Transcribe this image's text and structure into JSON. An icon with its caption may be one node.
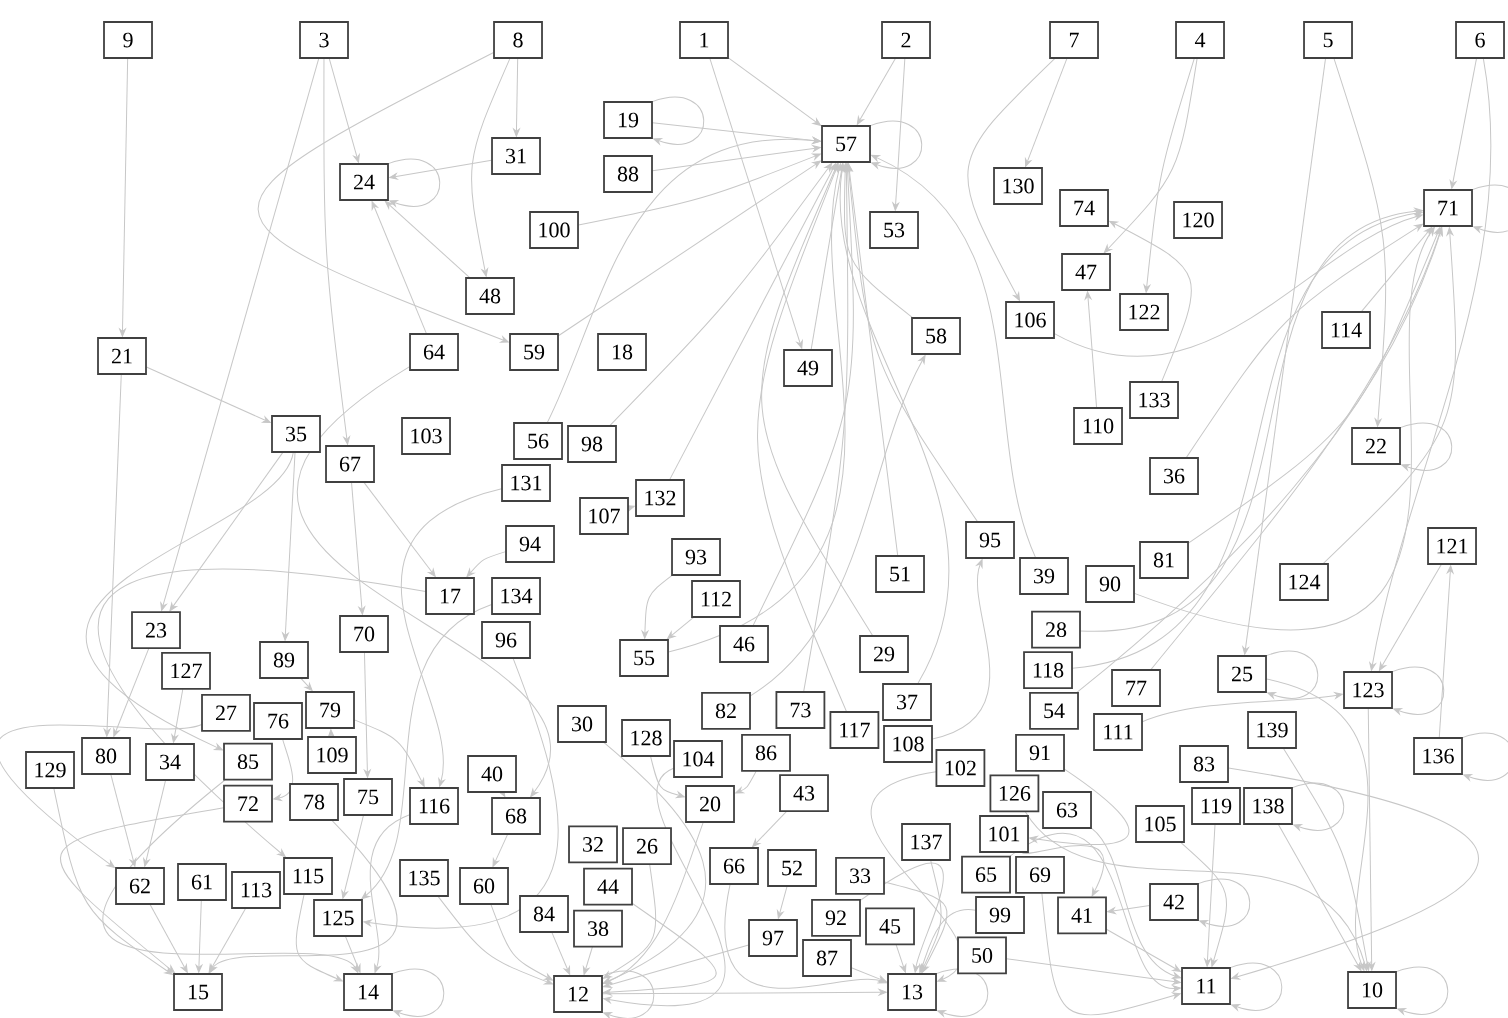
{
  "diagram": {
    "nodes": [
      {
        "text": [
          "9"
        ]
      },
      {
        "text": [
          "3"
        ]
      },
      {
        "text": [
          "8"
        ]
      },
      {
        "text": [
          "1"
        ]
      },
      {
        "text": [
          "2"
        ]
      },
      {
        "text": [
          "7"
        ]
      },
      {
        "text": [
          "4"
        ]
      },
      {
        "text": [
          "5"
        ]
      },
      {
        "text": [
          "6"
        ]
      },
      {
        "text": [
          "19"
        ]
      },
      {
        "text": [
          "31"
        ]
      },
      {
        "text": [
          "88"
        ]
      },
      {
        "text": [
          "57"
        ]
      },
      {
        "text": [
          "130"
        ]
      },
      {
        "text": [
          "74"
        ]
      },
      {
        "text": [
          "120"
        ]
      },
      {
        "text": [
          "71"
        ]
      },
      {
        "text": [
          "24"
        ]
      },
      {
        "text": [
          "100"
        ]
      },
      {
        "text": [
          "53"
        ]
      },
      {
        "text": [
          "47"
        ]
      },
      {
        "text": [
          "122"
        ]
      },
      {
        "text": [
          "48"
        ]
      },
      {
        "text": [
          "106"
        ]
      },
      {
        "text": [
          "114"
        ]
      },
      {
        "text": [
          "64"
        ]
      },
      {
        "text": [
          "59"
        ]
      },
      {
        "text": [
          "18"
        ]
      },
      {
        "text": [
          "49"
        ]
      },
      {
        "text": [
          "58"
        ]
      },
      {
        "text": [
          "133"
        ]
      },
      {
        "text": [
          "110"
        ]
      },
      {
        "text": [
          "21"
        ]
      },
      {
        "text": [
          "35"
        ]
      },
      {
        "text": [
          "67"
        ]
      },
      {
        "text": [
          "103"
        ]
      },
      {
        "text": [
          "56"
        ]
      },
      {
        "text": [
          "98"
        ]
      },
      {
        "text": [
          "131"
        ]
      },
      {
        "text": [
          "132"
        ]
      },
      {
        "text": [
          "107"
        ]
      },
      {
        "text": [
          "22"
        ]
      },
      {
        "text": [
          "36"
        ]
      },
      {
        "text": [
          "94"
        ]
      },
      {
        "text": [
          "95"
        ]
      },
      {
        "text": [
          "81"
        ]
      },
      {
        "text": [
          "121"
        ]
      },
      {
        "text": [
          "90"
        ]
      },
      {
        "text": [
          "39"
        ]
      },
      {
        "text": [
          "51"
        ]
      },
      {
        "text": [
          "93"
        ]
      },
      {
        "text": [
          "112"
        ]
      },
      {
        "text": [
          "17"
        ]
      },
      {
        "text": [
          "134"
        ]
      },
      {
        "text": [
          "96"
        ]
      },
      {
        "text": [
          "124"
        ]
      },
      {
        "text": [
          "23"
        ]
      },
      {
        "text": [
          "127"
        ]
      },
      {
        "text": [
          "89"
        ]
      },
      {
        "text": [
          "70"
        ]
      },
      {
        "text": [
          "55"
        ]
      },
      {
        "text": [
          "46"
        ]
      },
      {
        "text": [
          "29"
        ]
      },
      {
        "text": [
          "28"
        ]
      },
      {
        "text": [
          "77"
        ]
      },
      {
        "text": [
          "25"
        ]
      },
      {
        "text": [
          "123"
        ]
      },
      {
        "text": [
          "27"
        ]
      },
      {
        "text": [
          "76"
        ]
      },
      {
        "text": [
          "79"
        ]
      },
      {
        "text": [
          "30"
        ]
      },
      {
        "text": [
          "128"
        ]
      },
      {
        "text": [
          "104"
        ]
      },
      {
        "text": [
          "82"
        ]
      },
      {
        "text": [
          "86"
        ]
      },
      {
        "text": [
          "73"
        ]
      },
      {
        "text": [
          "117"
        ]
      },
      {
        "text": [
          "108"
        ]
      },
      {
        "text": [
          "37"
        ]
      },
      {
        "text": [
          "118"
        ]
      },
      {
        "text": [
          "111"
        ]
      },
      {
        "text": [
          "139"
        ]
      },
      {
        "text": [
          "136"
        ]
      },
      {
        "text": [
          "129"
        ]
      },
      {
        "text": [
          "80"
        ]
      },
      {
        "text": [
          "34"
        ]
      },
      {
        "text": [
          "85"
        ]
      },
      {
        "text": [
          "109"
        ]
      },
      {
        "text": [
          "75"
        ]
      },
      {
        "text": [
          "78"
        ]
      },
      {
        "text": [
          "72"
        ]
      },
      {
        "text": [
          "116"
        ]
      },
      {
        "text": [
          "68"
        ]
      },
      {
        "text": [
          "40"
        ]
      },
      {
        "text": [
          "43"
        ]
      },
      {
        "text": [
          "102"
        ]
      },
      {
        "text": [
          "126"
        ]
      },
      {
        "text": [
          "54"
        ]
      },
      {
        "text": [
          "91"
        ]
      },
      {
        "text": [
          "63"
        ]
      },
      {
        "text": [
          "83"
        ]
      },
      {
        "text": [
          "119"
        ]
      },
      {
        "text": [
          "138"
        ]
      },
      {
        "text": [
          "105"
        ]
      },
      {
        "text": [
          "20"
        ]
      },
      {
        "text": [
          "32"
        ]
      },
      {
        "text": [
          "26"
        ]
      },
      {
        "text": [
          "44"
        ]
      },
      {
        "text": [
          "66"
        ]
      },
      {
        "text": [
          "52"
        ]
      },
      {
        "text": [
          "137"
        ]
      },
      {
        "text": [
          "101"
        ]
      },
      {
        "text": [
          "65"
        ]
      },
      {
        "text": [
          "99"
        ]
      },
      {
        "text": [
          "69"
        ]
      },
      {
        "text": [
          "41"
        ]
      },
      {
        "text": [
          "42"
        ]
      },
      {
        "text": [
          "62"
        ]
      },
      {
        "text": [
          "61"
        ]
      },
      {
        "text": [
          "113"
        ]
      },
      {
        "text": [
          "115"
        ]
      },
      {
        "text": [
          "125"
        ]
      },
      {
        "text": [
          "135"
        ]
      },
      {
        "text": [
          "60"
        ]
      },
      {
        "text": [
          "84"
        ]
      },
      {
        "text": [
          "38"
        ]
      },
      {
        "text": [
          "33"
        ]
      },
      {
        "text": [
          "97"
        ]
      },
      {
        "text": [
          "87"
        ]
      },
      {
        "text": [
          "92"
        ]
      },
      {
        "text": [
          "45"
        ]
      },
      {
        "text": [
          "50"
        ]
      },
      {
        "text": [
          "15"
        ]
      },
      {
        "text": [
          "14"
        ]
      },
      {
        "text": [
          "12"
        ]
      },
      {
        "text": [
          "13"
        ]
      },
      {
        "text": [
          "11"
        ]
      },
      {
        "text": [
          "10"
        ]
      }
    ],
    "edges": [
      {
        "from": 0,
        "to": 32,
        "arrow": "to"
      },
      {
        "from": 1,
        "to": 17,
        "arrow": "to"
      },
      {
        "from": 1,
        "to": 56,
        "arrow": "to"
      },
      {
        "from": 1,
        "to": 34,
        "arrow": "to"
      },
      {
        "from": 2,
        "to": 10,
        "arrow": "to"
      },
      {
        "from": 2,
        "to": 26,
        "arrow": "to"
      },
      {
        "from": 2,
        "to": 22,
        "arrow": "to"
      },
      {
        "from": 3,
        "to": 12,
        "arrow": "to"
      },
      {
        "from": 3,
        "to": 28,
        "arrow": "to"
      },
      {
        "from": 4,
        "to": 12,
        "arrow": "to"
      },
      {
        "from": 4,
        "to": 19,
        "arrow": "to"
      },
      {
        "from": 5,
        "to": 13,
        "arrow": "to"
      },
      {
        "from": 5,
        "to": 23,
        "arrow": "to"
      },
      {
        "from": 6,
        "to": 20,
        "arrow": "to"
      },
      {
        "from": 6,
        "to": 21,
        "arrow": "to"
      },
      {
        "from": 7,
        "to": 65,
        "arrow": "to"
      },
      {
        "from": 7,
        "to": 41,
        "arrow": "to"
      },
      {
        "from": 8,
        "to": 16,
        "arrow": "to"
      },
      {
        "from": 8,
        "to": 66,
        "arrow": "to"
      },
      {
        "from": 9,
        "to": 9,
        "arrow": "to"
      },
      {
        "from": 12,
        "to": 12,
        "arrow": "to"
      },
      {
        "from": 17,
        "to": 17,
        "arrow": "to"
      },
      {
        "from": 16,
        "to": 16,
        "arrow": "to"
      },
      {
        "from": 41,
        "to": 41,
        "arrow": "to"
      },
      {
        "from": 136,
        "to": 136,
        "arrow": "to"
      },
      {
        "from": 137,
        "to": 137,
        "arrow": "to"
      },
      {
        "from": 133,
        "to": 133,
        "arrow": "to"
      },
      {
        "from": 82,
        "to": 82,
        "arrow": "to"
      },
      {
        "from": 102,
        "to": 102,
        "arrow": "to"
      },
      {
        "from": 116,
        "to": 116,
        "arrow": "to"
      },
      {
        "from": 65,
        "to": 65,
        "arrow": "to"
      },
      {
        "from": 66,
        "to": 66,
        "arrow": "to"
      },
      {
        "from": 134,
        "to": 134,
        "arrow": "to"
      },
      {
        "from": 135,
        "to": 135,
        "arrow": "to"
      },
      {
        "from": 32,
        "to": 33,
        "arrow": "to"
      },
      {
        "from": 32,
        "to": 84,
        "arrow": "to"
      },
      {
        "from": 33,
        "to": 56,
        "arrow": "to"
      },
      {
        "from": 33,
        "to": 58,
        "arrow": "to"
      },
      {
        "from": 33,
        "to": 86,
        "arrow": "to"
      },
      {
        "from": 34,
        "to": 59,
        "arrow": "to"
      },
      {
        "from": 34,
        "to": 52,
        "arrow": "to"
      },
      {
        "from": 9,
        "to": 12,
        "arrow": "to"
      },
      {
        "from": 10,
        "to": 17,
        "arrow": "to"
      },
      {
        "from": 11,
        "to": 12,
        "arrow": "to"
      },
      {
        "from": 18,
        "to": 12,
        "arrow": "to"
      },
      {
        "from": 26,
        "to": 12,
        "arrow": "to"
      },
      {
        "from": 22,
        "to": 17,
        "arrow": "to"
      },
      {
        "from": 25,
        "to": 17,
        "arrow": "to"
      },
      {
        "from": 25,
        "to": 92,
        "arrow": "to"
      },
      {
        "from": 36,
        "to": 12,
        "arrow": "to"
      },
      {
        "from": 37,
        "to": 12,
        "arrow": "to"
      },
      {
        "from": 38,
        "to": 91,
        "arrow": "to"
      },
      {
        "from": 39,
        "to": 12,
        "arrow": "to"
      },
      {
        "from": 28,
        "to": 12,
        "arrow": "to"
      },
      {
        "from": 29,
        "to": 12,
        "arrow": "to"
      },
      {
        "from": 40,
        "to": 39,
        "arrow": "to"
      },
      {
        "from": 43,
        "to": 52,
        "arrow": "to"
      },
      {
        "from": 44,
        "to": 12,
        "arrow": "to"
      },
      {
        "from": 48,
        "to": 12,
        "arrow": "to"
      },
      {
        "from": 49,
        "to": 12,
        "arrow": "to"
      },
      {
        "from": 47,
        "to": 16,
        "arrow": "to"
      },
      {
        "from": 45,
        "to": 16,
        "arrow": "to"
      },
      {
        "from": 24,
        "to": 16,
        "arrow": "to"
      },
      {
        "from": 23,
        "to": 16,
        "arrow": "to"
      },
      {
        "from": 31,
        "to": 20,
        "arrow": "to"
      },
      {
        "from": 30,
        "to": 14,
        "arrow": "to"
      },
      {
        "from": 42,
        "to": 16,
        "arrow": "to"
      },
      {
        "from": 55,
        "to": 16,
        "arrow": "to"
      },
      {
        "from": 46,
        "to": 66,
        "arrow": "to"
      },
      {
        "from": 82,
        "to": 46,
        "arrow": "to"
      },
      {
        "from": 66,
        "to": 137,
        "arrow": "to"
      },
      {
        "from": 65,
        "to": 137,
        "arrow": "to"
      },
      {
        "from": 81,
        "to": 137,
        "arrow": "to"
      },
      {
        "from": 102,
        "to": 137,
        "arrow": "to"
      },
      {
        "from": 101,
        "to": 136,
        "arrow": "to"
      },
      {
        "from": 100,
        "to": 136,
        "arrow": "to"
      },
      {
        "from": 103,
        "to": 136,
        "arrow": "to"
      },
      {
        "from": 115,
        "to": 136,
        "arrow": "to"
      },
      {
        "from": 116,
        "to": 115,
        "arrow": "to"
      },
      {
        "from": 114,
        "to": 136,
        "arrow": "to"
      },
      {
        "from": 131,
        "to": 136,
        "arrow": "to"
      },
      {
        "from": 113,
        "to": 135,
        "arrow": "to"
      },
      {
        "from": 130,
        "to": 135,
        "arrow": "to"
      },
      {
        "from": 129,
        "to": 135,
        "arrow": "to"
      },
      {
        "from": 108,
        "to": 135,
        "arrow": "to"
      },
      {
        "from": 109,
        "to": 127,
        "arrow": "to"
      },
      {
        "from": 94,
        "to": 108,
        "arrow": "to"
      },
      {
        "from": 104,
        "to": 134,
        "arrow": "to"
      },
      {
        "from": 107,
        "to": 134,
        "arrow": "to"
      },
      {
        "from": 124,
        "to": 134,
        "arrow": "to"
      },
      {
        "from": 125,
        "to": 134,
        "arrow": "to"
      },
      {
        "from": 123,
        "to": 134,
        "arrow": "to"
      },
      {
        "from": 122,
        "to": 134,
        "arrow": "to"
      },
      {
        "from": 106,
        "to": 134,
        "arrow": "to"
      },
      {
        "from": 70,
        "to": 134,
        "arrow": "to"
      },
      {
        "from": 91,
        "to": 133,
        "arrow": "to"
      },
      {
        "from": 121,
        "to": 133,
        "arrow": "to"
      },
      {
        "from": 120,
        "to": 133,
        "arrow": "to"
      },
      {
        "from": 89,
        "to": 132,
        "arrow": "to"
      },
      {
        "from": 118,
        "to": 132,
        "arrow": "to"
      },
      {
        "from": 117,
        "to": 132,
        "arrow": "to"
      },
      {
        "from": 83,
        "to": 132,
        "arrow": "to"
      },
      {
        "from": 84,
        "to": 117,
        "arrow": "to"
      },
      {
        "from": 90,
        "to": 132,
        "arrow": "to"
      },
      {
        "from": 56,
        "to": 84,
        "arrow": "to"
      },
      {
        "from": 57,
        "to": 85,
        "arrow": "to"
      },
      {
        "from": 58,
        "to": 69,
        "arrow": "to"
      },
      {
        "from": 59,
        "to": 88,
        "arrow": "to"
      },
      {
        "from": 67,
        "to": 117,
        "arrow": "to"
      },
      {
        "from": 68,
        "to": 90,
        "arrow": "to"
      },
      {
        "from": 69,
        "to": 91,
        "arrow": "to"
      },
      {
        "from": 87,
        "to": 69,
        "arrow": "to"
      },
      {
        "from": 60,
        "to": 12,
        "arrow": "to"
      },
      {
        "from": 61,
        "to": 12,
        "arrow": "to"
      },
      {
        "from": 62,
        "to": 12,
        "arrow": "to"
      },
      {
        "from": 63,
        "to": 16,
        "arrow": "to"
      },
      {
        "from": 64,
        "to": 16,
        "arrow": "to"
      },
      {
        "from": 74,
        "to": 104,
        "arrow": "to"
      },
      {
        "from": 75,
        "to": 12,
        "arrow": "to"
      },
      {
        "from": 76,
        "to": 12,
        "arrow": "to"
      },
      {
        "from": 78,
        "to": 12,
        "arrow": "to"
      },
      {
        "from": 79,
        "to": 16,
        "arrow": "to"
      },
      {
        "from": 80,
        "to": 66,
        "arrow": "to"
      },
      {
        "from": 95,
        "to": 135,
        "arrow": "to"
      },
      {
        "from": 96,
        "to": 137,
        "arrow": "to"
      },
      {
        "from": 97,
        "to": 16,
        "arrow": "to"
      },
      {
        "from": 98,
        "to": 111,
        "arrow": "to"
      },
      {
        "from": 99,
        "to": 136,
        "arrow": "to"
      },
      {
        "from": 110,
        "to": 135,
        "arrow": "to"
      },
      {
        "from": 111,
        "to": 115,
        "arrow": "to"
      },
      {
        "from": 112,
        "to": 136,
        "arrow": "to"
      },
      {
        "from": 54,
        "to": 121,
        "arrow": "to"
      },
      {
        "from": 53,
        "to": 121,
        "arrow": "to"
      },
      {
        "from": 52,
        "to": 120,
        "arrow": "to"
      },
      {
        "from": 51,
        "to": 60,
        "arrow": "to"
      },
      {
        "from": 50,
        "to": 60,
        "arrow": "to"
      },
      {
        "from": 119,
        "to": 132,
        "arrow": "to"
      },
      {
        "from": 126,
        "to": 135,
        "arrow": "to"
      },
      {
        "from": 127,
        "to": 134,
        "arrow": "to"
      },
      {
        "from": 128,
        "to": 135,
        "arrow": "to"
      },
      {
        "from": 71,
        "to": 104,
        "arrow": "to"
      },
      {
        "from": 72,
        "to": 134,
        "arrow": "to"
      },
      {
        "from": 73,
        "to": 29,
        "arrow": "to"
      },
      {
        "from": 77,
        "to": 44,
        "arrow": "to"
      },
      {
        "from": 86,
        "to": 133,
        "arrow": "to"
      },
      {
        "from": 85,
        "to": 117,
        "arrow": "to"
      },
      {
        "from": 88,
        "to": 121,
        "arrow": "to"
      },
      {
        "from": 92,
        "to": 123,
        "arrow": "to"
      },
      {
        "from": 93,
        "to": 92,
        "arrow": "to"
      },
      {
        "from": 134,
        "to": 135,
        "arrow": "to"
      }
    ]
  }
}
